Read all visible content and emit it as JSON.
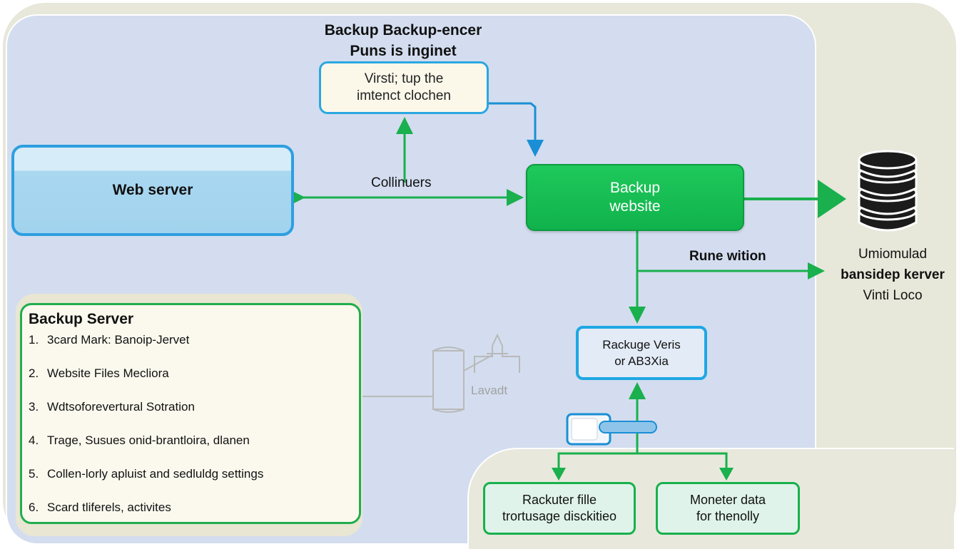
{
  "title": {
    "line1": "Backup Backup-encer",
    "line2": "Puns is inginet"
  },
  "nodes": {
    "note": {
      "line1": "Virsti; tup the",
      "line2": "imtenct clochen"
    },
    "web_server": {
      "label": "Web server"
    },
    "backup": {
      "line1": "Backup",
      "line2": "website"
    },
    "verify": {
      "line1": "Rackuge Veris",
      "line2": "or AB3Xia"
    },
    "bottom_left": {
      "line1": "Rackuter fille",
      "line2": "trortusage disckitieo"
    },
    "bottom_right": {
      "line1": "Moneter data",
      "line2": "for thenolly"
    }
  },
  "edges": {
    "connectors_label": "Collinuers",
    "route_label": "Rune wition"
  },
  "storage": {
    "icon": "database-icon",
    "line1": "Umiomulad",
    "line2": "bansidep kerver",
    "line3": "Vinti Loco"
  },
  "backup_server_list": {
    "title": "Backup Server",
    "items": [
      {
        "num": "1.",
        "text": "3card Mark: Banoip-Jervet"
      },
      {
        "num": "2.",
        "text": "Website Files Mecliora"
      },
      {
        "num": "3.",
        "text": "Wdtsoforevertural Sotration"
      },
      {
        "num": "4.",
        "text": "Trage, Susues onid-brantloira, dlanen"
      },
      {
        "num": "5.",
        "text": "Collen-lorly apluist and sedluldg settings"
      },
      {
        "num": "6.",
        "text": "Scard tliferels, activites"
      }
    ]
  },
  "ghost": {
    "label": "Lavadt",
    "icon": "faded-device-icon"
  },
  "colors": {
    "green": "#19b04d",
    "blue": "#2d9fe0",
    "background_blue": "#d3ddef",
    "background_beige": "#e7e7da"
  }
}
